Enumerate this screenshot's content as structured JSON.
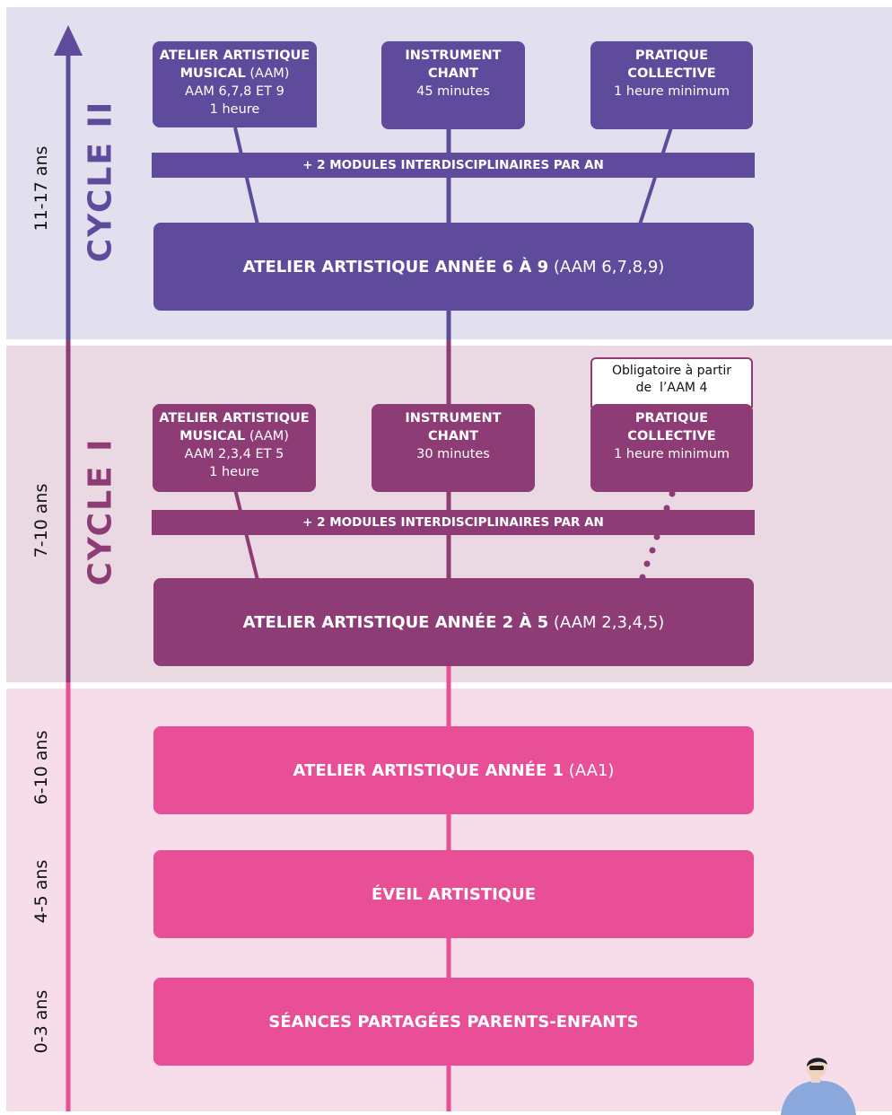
{
  "colors": {
    "cycle2": "#5f4b9b",
    "cycle1": "#8e3c75",
    "early": "#e94f96",
    "band_cycle2": "#e2e0ee",
    "band_cycle1": "#ead9e3",
    "band_early": "#f7dde9"
  },
  "ages": {
    "cycle2": "11-17 ans",
    "cycle1": "7-10 ans",
    "aa1": "6-10 ans",
    "eveil": "4-5 ans",
    "seances": "0-3 ans"
  },
  "cycle2": {
    "label": "CYCLE II",
    "aam": {
      "title1": "ATELIER ARTISTIQUE",
      "title2": "MUSICAL",
      "title2_suffix": " (AAM)",
      "years": "AAM 6,7,8 ET 9",
      "duration": "1 heure"
    },
    "instrument": {
      "title1": "INSTRUMENT",
      "title2": "CHANT",
      "duration": "45 minutes"
    },
    "pratique": {
      "title1": "PRATIQUE",
      "title2": "COLLECTIVE",
      "duration": "1 heure minimum"
    },
    "modules": "+ 2 MODULES INTERDISCIPLINAIRES PAR AN",
    "main": {
      "bold": "ATELIER ARTISTIQUE ANNÉE 6 À 9",
      "normal": " (AAM 6,7,8,9)"
    }
  },
  "cycle1": {
    "label": "CYCLE I",
    "aam": {
      "title1": "ATELIER ARTISTIQUE",
      "title2": "MUSICAL",
      "title2_suffix": " (AAM)",
      "years": "AAM 2,3,4 ET 5",
      "duration": "1 heure"
    },
    "instrument": {
      "title1": "INSTRUMENT",
      "title2": "CHANT",
      "duration": "30 minutes"
    },
    "pratique": {
      "title1": "PRATIQUE",
      "title2": "COLLECTIVE",
      "duration": "1 heure minimum"
    },
    "note": {
      "line1": "Obligatoire à partir",
      "line2": "de  l’AAM 4"
    },
    "modules": "+ 2 MODULES INTERDISCIPLINAIRES PAR AN",
    "main": {
      "bold": "ATELIER ARTISTIQUE ANNÉE 2 À 5",
      "normal": " (AAM 2,3,4,5)"
    }
  },
  "early": {
    "aa1": {
      "bold": "ATELIER ARTISTIQUE ANNÉE 1",
      "normal": " (AA1)"
    },
    "eveil": "ÉVEIL ARTISTIQUE",
    "seances": "SÉANCES PARTAGÉES PARENTS-ENFANTS"
  }
}
